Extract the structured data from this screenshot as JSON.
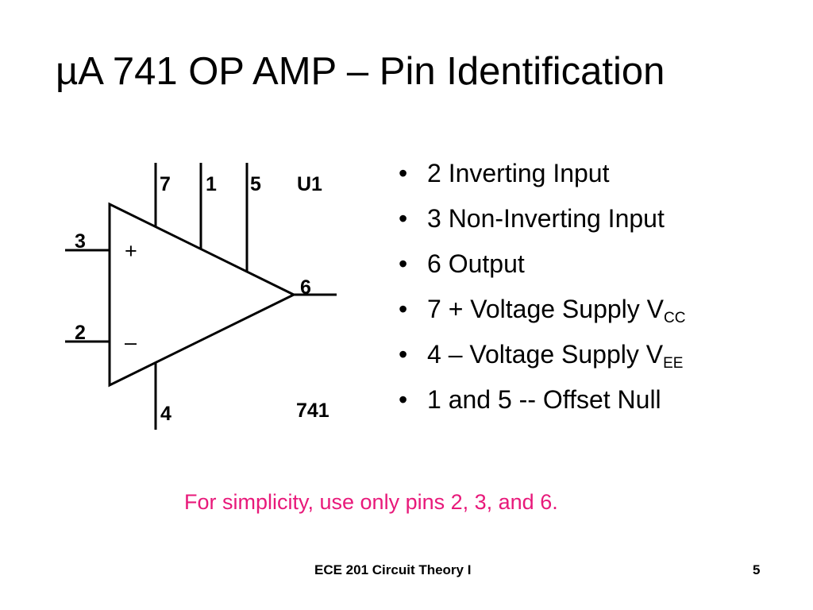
{
  "slide": {
    "title": "µA 741 OP AMP – Pin Identification",
    "note": "For simplicity, use only pins 2, 3, and 6.",
    "footer": "ECE 201 Circuit Theory I",
    "page_number": "5"
  },
  "diagram": {
    "pins": {
      "noninverting": "3",
      "inverting": "2",
      "output": "6",
      "vcc": "7",
      "offset_null_1": "1",
      "offset_null_2": "5",
      "vee": "4"
    },
    "reference": "U1",
    "part_number": "741",
    "plus_sign": "+",
    "minus_sign": "–"
  },
  "bullets": {
    "marker": "•",
    "items": [
      {
        "text": "2 Inverting Input",
        "sub": ""
      },
      {
        "text": "3 Non-Inverting Input",
        "sub": ""
      },
      {
        "text": "6 Output",
        "sub": ""
      },
      {
        "text": "7 + Voltage Supply V",
        "sub": "CC"
      },
      {
        "text": "4 – Voltage Supply V",
        "sub": "EE"
      },
      {
        "text": "1 and 5 -- Offset Null",
        "sub": ""
      }
    ]
  }
}
